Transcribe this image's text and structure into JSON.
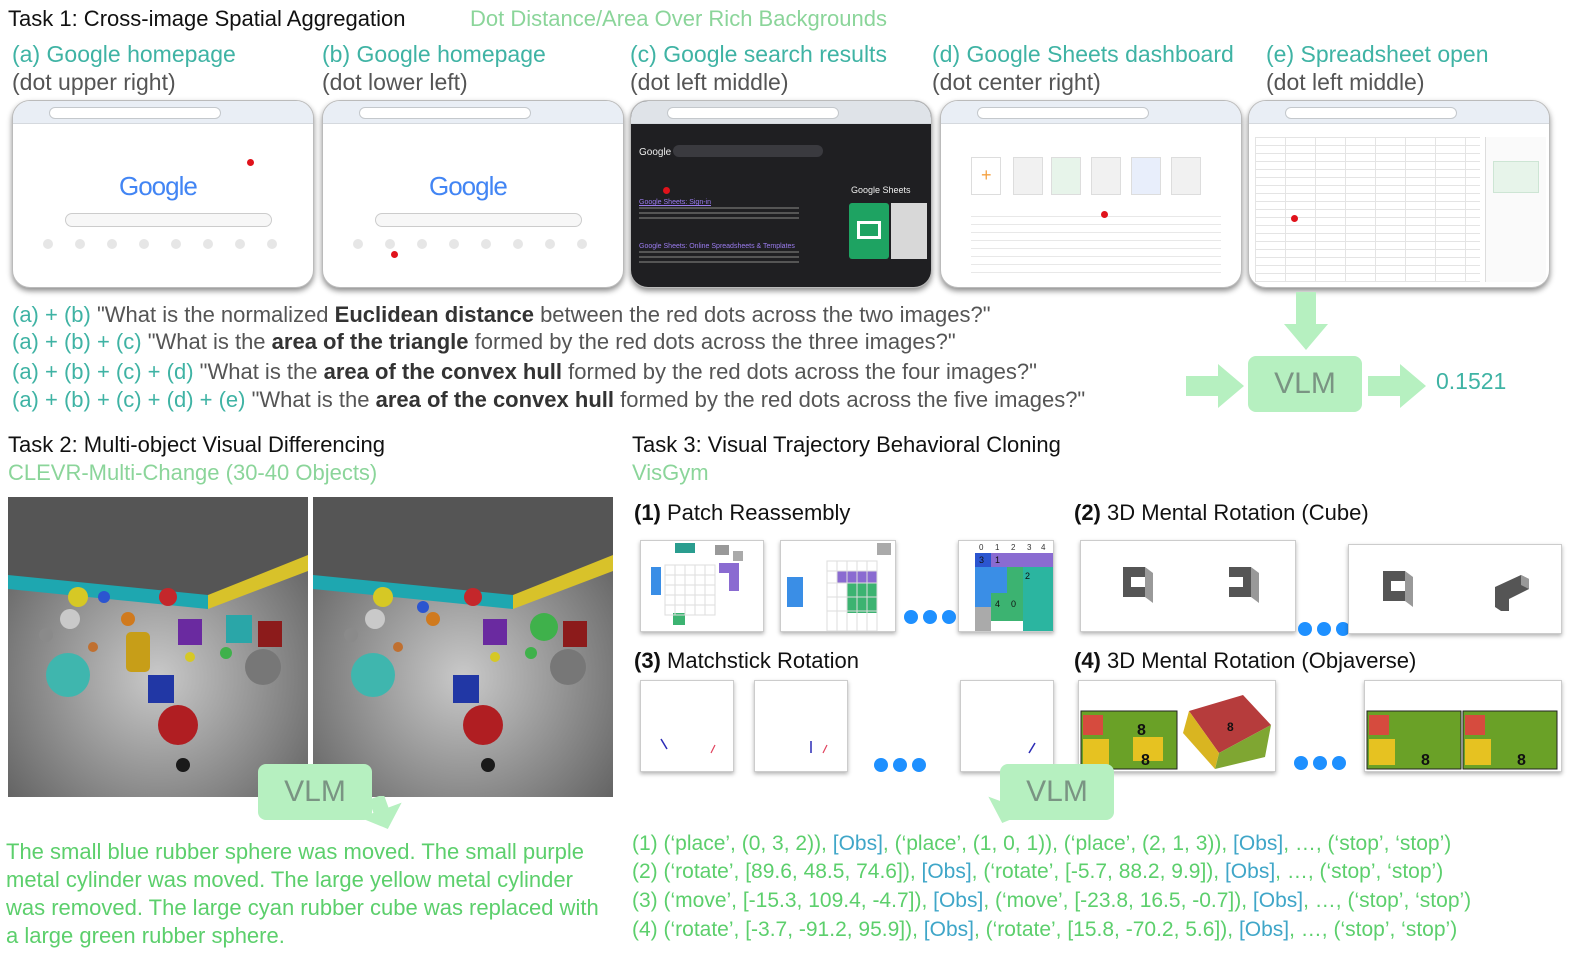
{
  "task1": {
    "title": "Task 1: Cross-image Spatial Aggregation",
    "subtitle": "Dot Distance/Area Over Rich Backgrounds",
    "panels": [
      {
        "letter": "(a)",
        "name": " Google homepage",
        "dot": "(dot upper right)"
      },
      {
        "letter": "(b)",
        "name": " Google homepage",
        "dot": "(dot lower left)"
      },
      {
        "letter": "(c)",
        "name": " Google search results",
        "dot": "(dot left middle)"
      },
      {
        "letter": "(d)",
        "name": " Google Sheets dashboard",
        "dot": "(dot center right)"
      },
      {
        "letter": "(e)",
        "name": " Spreadsheet open",
        "dot": "(dot left middle)"
      }
    ],
    "questions": [
      {
        "prefix": "(a) + (b)",
        "pre": " \"What is the normalized ",
        "bold": "Euclidean distance",
        "post": " between the red dots across the two images?\""
      },
      {
        "prefix": "(a) + (b) + (c)",
        "pre": " \"What is the ",
        "bold": "area of the triangle",
        "post": " formed by the red dots across the three images?\""
      },
      {
        "prefix": "(a) + (b) + (c) + (d)",
        "pre": " \"What is the ",
        "bold": "area of the convex hull",
        "post": " formed by the red dots across the four images?\""
      },
      {
        "prefix": "(a) + (b) + (c) + (d) + (e)",
        "pre": " \"What is the ",
        "bold": "area of the convex hull",
        "post": " formed by the red dots across the five images?\""
      }
    ],
    "vlm": "VLM",
    "answer": "0.1521",
    "screens": {
      "google_logo": "Google",
      "google_sheets": "Google Sheets",
      "sheets_link": "Google Sheets: Sign-in",
      "sheets_link2": "Google Sheets: Online Spreadsheets & Templates"
    }
  },
  "task2": {
    "title": "Task 2: Multi-object Visual Differencing",
    "subtitle": "CLEVR-Multi-Change (30-40 Objects)",
    "vlm": "VLM",
    "output": "The small blue rubber sphere was moved. The small purple metal cylinder was moved. The large yellow metal cylinder was removed. The large cyan rubber cube was replaced with a large green rubber sphere."
  },
  "task3": {
    "title": "Task 3: Visual Trajectory Behavioral Cloning",
    "subtitle": "VisGym",
    "sub1": {
      "num": "(1)",
      "name": " Patch Reassembly"
    },
    "sub2": {
      "num": "(2)",
      "name": " 3D Mental Rotation (Cube)"
    },
    "sub3": {
      "num": "(3)",
      "name": " Matchstick Rotation"
    },
    "sub4": {
      "num": "(4)",
      "name": " 3D Mental Rotation (Objaverse)"
    },
    "vlm": "VLM",
    "grid_header": [
      "0",
      "1",
      "2",
      "3",
      "4"
    ],
    "grid_cells": [
      "3",
      "1",
      "2",
      "4",
      "0"
    ],
    "obj_digits": [
      "8",
      "8",
      "8",
      "8",
      "8"
    ],
    "outputs": [
      {
        "num": "(1)",
        "a": " (‘place’, (0, 3, 2)), ",
        "obs": "[Obs]",
        "b": ",  (‘place’, (1, 0, 1)), (‘place’, (2, 1, 3)), ",
        "obs2": "[Obs]",
        "c": ", …, (‘stop’, ‘stop’)"
      },
      {
        "num": "(2)",
        "a": " (‘rotate’, [89.6, 48.5, 74.6]), ",
        "obs": "[Obs]",
        "b": ", (‘rotate’, [-5.7, 88.2, 9.9]), ",
        "obs2": "[Obs]",
        "c": ", …, (‘stop’, ‘stop’)"
      },
      {
        "num": "(3)",
        "a": " (‘move’, [-15.3, 109.4, -4.7]), ",
        "obs": "[Obs]",
        "b": ", (‘move’, [-23.8, 16.5, -0.7]), ",
        "obs2": "[Obs]",
        "c": ", …, (‘stop’, ‘stop’)"
      },
      {
        "num": "(4)",
        "a": " (‘rotate’, [-3.7, -91.2, 95.9]), ",
        "obs": "[Obs]",
        "b": ", (‘rotate’, [15.8, -70.2, 5.6]), ",
        "obs2": "[Obs]",
        "c": ", …, (‘stop’, ‘stop’)"
      }
    ]
  },
  "colors": {
    "green": "#8bd59a",
    "teal": "#3fb3a4",
    "vlm_fill": "#b6f0c0",
    "dot": "#e0121b",
    "ellipsis": "#1e90ff"
  },
  "icons": [
    "arrow-right-icon",
    "arrow-down-icon",
    "ellipsis-dots-icon"
  ]
}
